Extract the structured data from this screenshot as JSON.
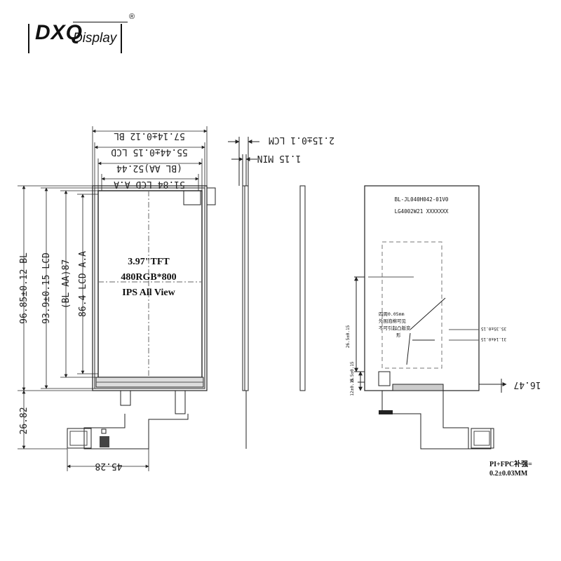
{
  "logo": {
    "brand": "DXQ",
    "sub": "Display",
    "registered": "®"
  },
  "panel_label": {
    "line1": "3.97\"TFT",
    "line2": "480RGB*800",
    "line3": "IPS All View"
  },
  "dimensions": {
    "bl_width": "57.14±0.12 BL",
    "lcd_width": "55.44±0.15 LCD",
    "bl_aa_width": "(BL AA)52.44",
    "lcd_aa_width": "51.84 LCD A.A",
    "bl_height": "96.85±0.12 BL",
    "lcd_height": "93.9±0.15 LCD",
    "bl_aa_height": "(BL AA)87",
    "lcd_aa_height": "86.4 LCD A.A",
    "fpc_length": "26.82",
    "fpc_width": "45.28",
    "lcm_thickness": "2.15±0.1 LCM",
    "min_thickness": "1.15 MIN",
    "fpc_offset": "16.47"
  },
  "rear": {
    "part_code": "BL-JL040H042-01V0",
    "label_code": "LG4002W21 XXXXXXX",
    "note_cn_1": "四周0.05mm",
    "note_cn_2": "外围泡棉可见",
    "note_cn_3": "不可引起凸版变",
    "note_cn_4": "形",
    "dim_a": "35.35±0.15",
    "dim_b": "31.14±0.15",
    "dim_c": "26.5±0.15",
    "dim_d": "0.5±0.15",
    "dim_e": "12±0.15"
  },
  "fpc_note": {
    "line1": "PI+FPC补强=",
    "line2": "0.2±0.03MM"
  }
}
